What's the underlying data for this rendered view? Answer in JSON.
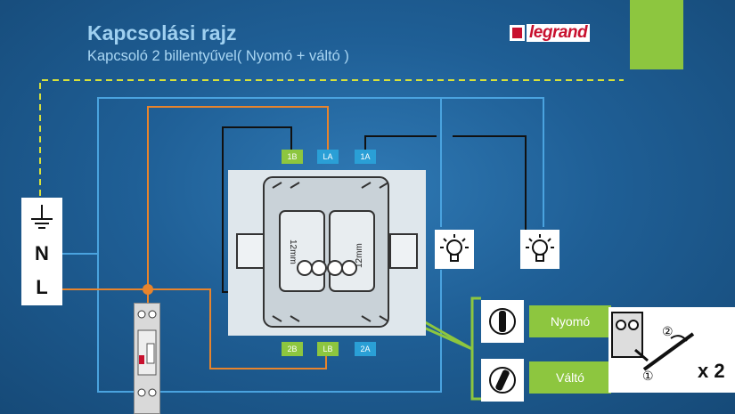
{
  "header": {
    "title": "Kapcsolási rajz",
    "subtitle": "Kapcsoló 2 billentyűvel( Nyomó + váltó )"
  },
  "logo": {
    "text": "legrand"
  },
  "terminals": {
    "top": [
      "1B",
      "LA",
      "1A"
    ],
    "bottom": [
      "2B",
      "LB",
      "2A"
    ]
  },
  "supply": {
    "neutral": "N",
    "live": "L"
  },
  "mechanism": {
    "dimension_label": "12mm"
  },
  "legend": {
    "push_label": "Nyomó",
    "toggle_label": "Váltó"
  },
  "instruction": {
    "steps": [
      "①",
      "②"
    ],
    "multiplier": "x 2"
  },
  "colors": {
    "background": "#1f5f96",
    "wire_blue": "#4aa3df",
    "wire_orange": "#e8842c",
    "wire_black": "#111111",
    "ground_dashed": "#d8e23a",
    "accent_green": "#8dc63f",
    "terminal_blue": "#2a9fd6",
    "brand_red": "#c8102e"
  }
}
